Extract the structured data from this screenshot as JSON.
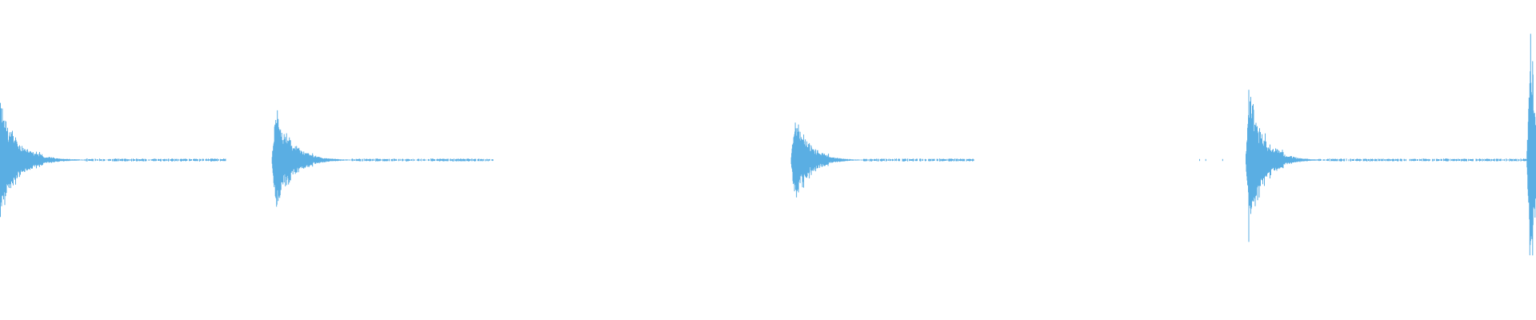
{
  "waveform": {
    "color": "#5aaee3",
    "background": "#ffffff",
    "amplitude_unit": "normalized",
    "bursts": [
      {
        "time": 0.0,
        "peak": 0.42,
        "decay": 0.055,
        "tail": 0.09
      },
      {
        "time": 0.179,
        "peak": 0.4,
        "decay": 0.05,
        "tail": 0.09
      },
      {
        "time": 0.517,
        "peak": 0.36,
        "decay": 0.045,
        "tail": 0.07
      },
      {
        "time": 0.813,
        "peak": 0.55,
        "decay": 0.045,
        "tail": 0.17
      },
      {
        "time": 0.996,
        "peak": 0.9,
        "decay": 0.03,
        "tail": 0.004
      }
    ],
    "isolated_ticks": [
      0.781,
      0.785,
      0.796
    ]
  }
}
